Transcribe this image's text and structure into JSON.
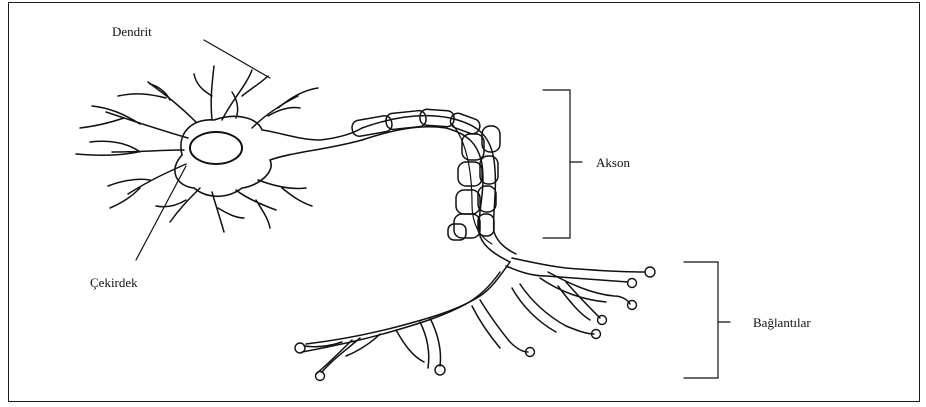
{
  "diagram": {
    "labels": {
      "dendrit": "Dendrit",
      "cekirdek": "Çekirdek",
      "akson": "Akson",
      "baglantilar": "Bağlantılar"
    },
    "colors": {
      "stroke": "#111111",
      "background": "#ffffff",
      "frame": "#1a1a1a"
    }
  }
}
